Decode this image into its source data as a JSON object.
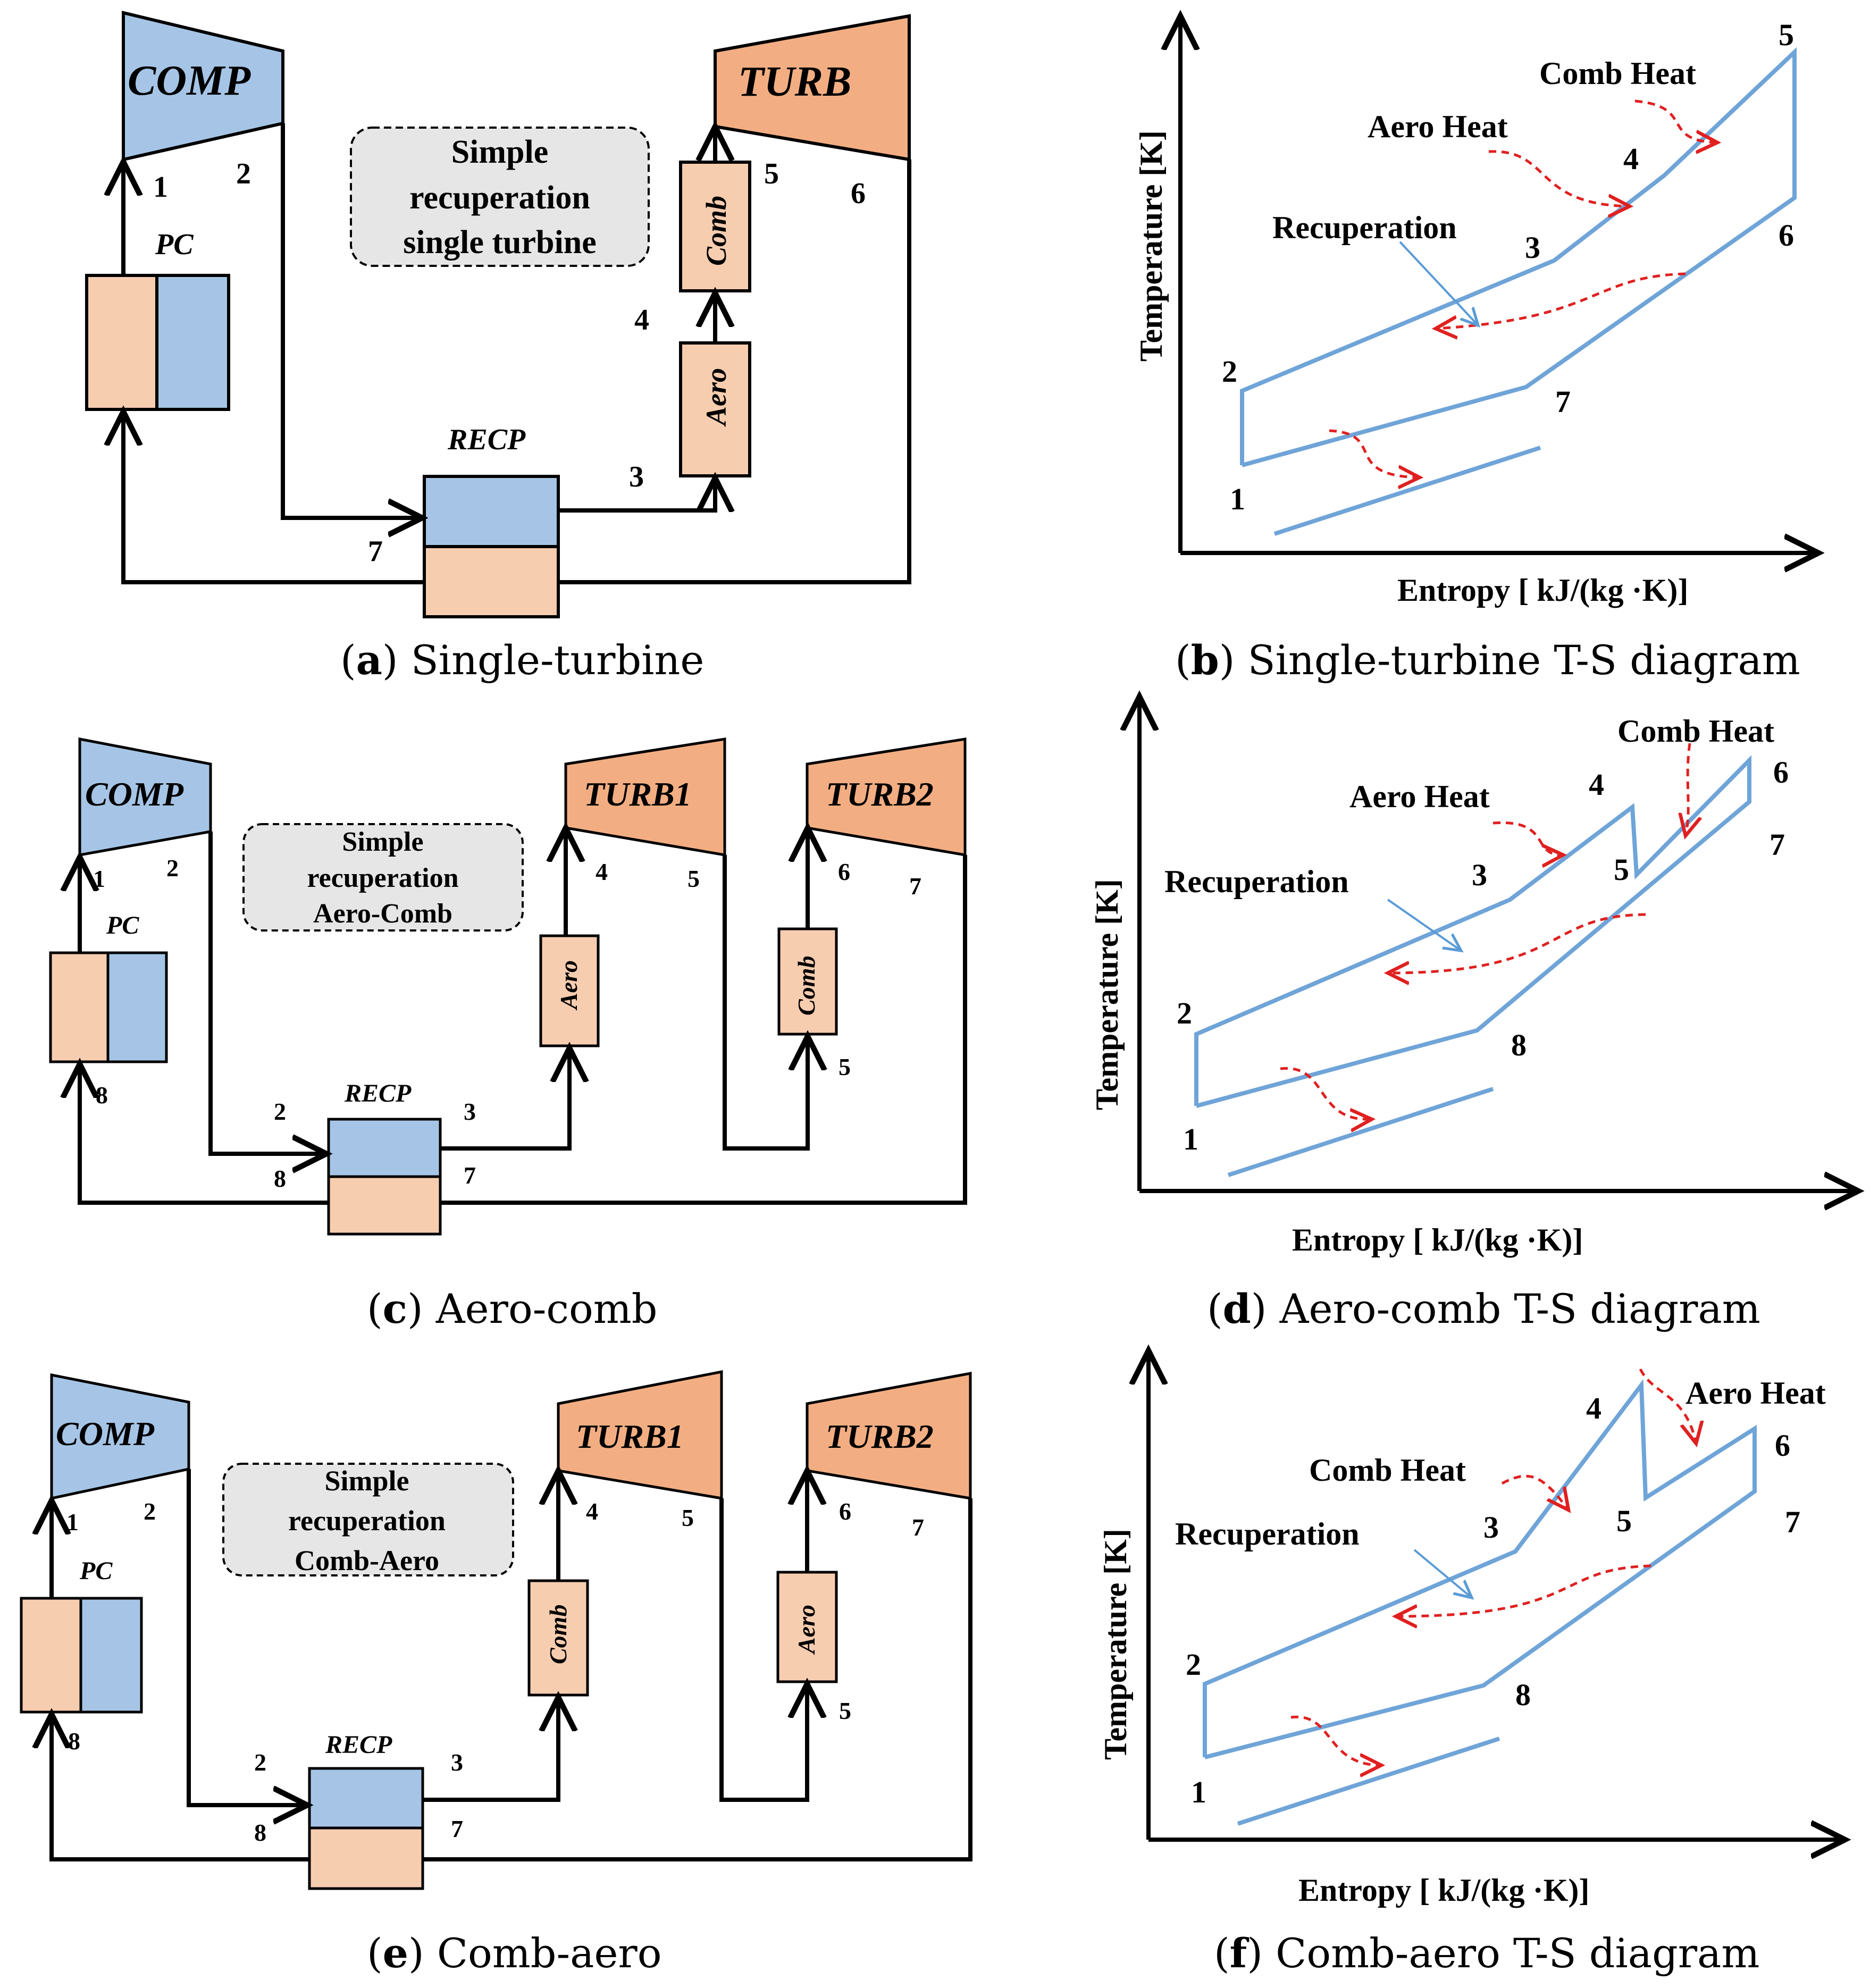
{
  "colors": {
    "compressor_blue": "#a6c5e6",
    "turbine_orange": "#f2ae82",
    "hex_orange": "#f7cdb0",
    "cycle_line": "#6fa4d8",
    "heat_arrow": "#e02020",
    "note_box": "#e6e6e6"
  },
  "panels": {
    "a": {
      "caption_letter": "a",
      "caption_text": "Single-turbine",
      "comp": "COMP",
      "turb": "TURB",
      "recp": "RECP",
      "pc": "PC",
      "comb": "Comb",
      "aero": "Aero",
      "note": [
        "Simple",
        "recuperation",
        "single turbine"
      ],
      "states": [
        "1",
        "2",
        "3",
        "4",
        "5",
        "6",
        "7"
      ]
    },
    "b": {
      "caption_letter": "b",
      "caption_text": "Single-turbine T-S diagram",
      "ylabel": "Temperature [K]",
      "xlabel": "Entropy [ kJ/(kg ·K)]",
      "annotations": [
        "Comb Heat",
        "Aero Heat",
        "Recuperation"
      ],
      "states": [
        "1",
        "2",
        "3",
        "4",
        "5",
        "6",
        "7"
      ]
    },
    "c": {
      "caption_letter": "c",
      "caption_text": "Aero-comb",
      "comp": "COMP",
      "turb1": "TURB1",
      "turb2": "TURB2",
      "recp": "RECP",
      "pc": "PC",
      "heater1": "Aero",
      "heater2": "Comb",
      "note": [
        "Simple",
        "recuperation",
        "Aero-Comb"
      ],
      "states": [
        "1",
        "2",
        "3",
        "4",
        "5",
        "6",
        "7",
        "8"
      ]
    },
    "d": {
      "caption_letter": "d",
      "caption_text": "Aero-comb T-S diagram",
      "ylabel": "Temperature [K]",
      "xlabel": "Entropy [ kJ/(kg ·K)]",
      "annotations": [
        "Comb Heat",
        "Aero Heat",
        "Recuperation"
      ],
      "states": [
        "1",
        "2",
        "3",
        "4",
        "5",
        "6",
        "7",
        "8"
      ]
    },
    "e": {
      "caption_letter": "e",
      "caption_text": "Comb-aero",
      "comp": "COMP",
      "turb1": "TURB1",
      "turb2": "TURB2",
      "recp": "RECP",
      "pc": "PC",
      "heater1": "Comb",
      "heater2": "Aero",
      "note": [
        "Simple",
        "recuperation",
        "Comb-Aero"
      ],
      "states": [
        "1",
        "2",
        "3",
        "4",
        "5",
        "6",
        "7",
        "8"
      ]
    },
    "f": {
      "caption_letter": "f",
      "caption_text": "Comb-aero T-S diagram",
      "ylabel": "Temperature [K]",
      "xlabel": "Entropy [ kJ/(kg ·K)]",
      "annotations": [
        "Aero Heat",
        "Comb Heat",
        "Recuperation"
      ],
      "states": [
        "1",
        "2",
        "3",
        "4",
        "5",
        "6",
        "7",
        "8"
      ]
    }
  }
}
